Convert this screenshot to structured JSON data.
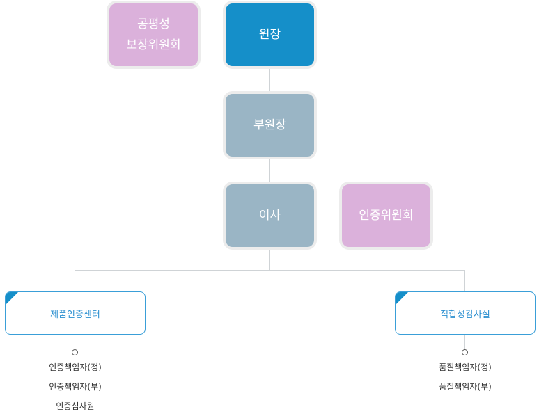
{
  "nodes": {
    "fairness_committee": [
      "공평성",
      "보장위원회"
    ],
    "director": "원장",
    "vice_director": "부원장",
    "board_member": "이사",
    "certification_committee": "인증위원회"
  },
  "departments": [
    {
      "name": "제품인증센터",
      "roles": [
        "인증책임자(정)",
        "인증책임자(부)",
        "인증심사원"
      ]
    },
    {
      "name": "적합성감사실",
      "roles": [
        "품질책임자(정)",
        "품질책임자(부)"
      ]
    }
  ],
  "colors": {
    "pink": "#dbb1db",
    "blue": "#158fc9",
    "slate": "#9ab5c5",
    "dept_accent": "#3a9fd8",
    "line": "#cfd3d6"
  }
}
